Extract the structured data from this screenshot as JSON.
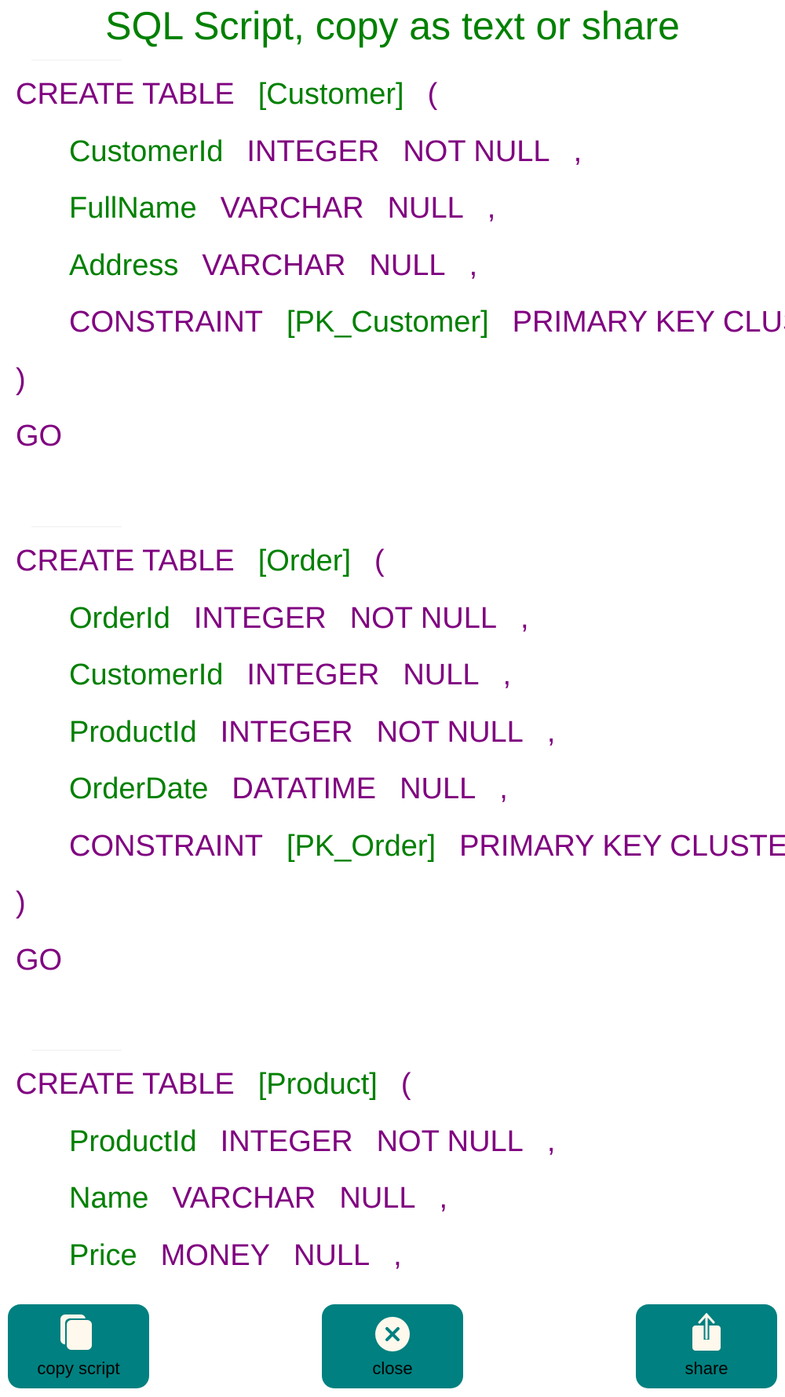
{
  "title": "SQL Script, copy as text or share",
  "colors": {
    "keyword": "#800080",
    "identifier": "#008000",
    "button": "#008080",
    "icon": "#fff8ec"
  },
  "script_groups": [
    [
      {
        "indent": false,
        "tokens": [
          {
            "t": "CREATE TABLE",
            "c": "k"
          },
          {
            "t": "[Customer]",
            "c": "g"
          },
          {
            "t": "(",
            "c": "k"
          }
        ]
      },
      {
        "indent": true,
        "tokens": [
          {
            "t": "CustomerId",
            "c": "g"
          },
          {
            "t": "INTEGER",
            "c": "k"
          },
          {
            "t": "NOT NULL",
            "c": "k"
          },
          {
            "t": ",",
            "c": "k"
          }
        ]
      },
      {
        "indent": true,
        "tokens": [
          {
            "t": "FullName",
            "c": "g"
          },
          {
            "t": "VARCHAR",
            "c": "k"
          },
          {
            "t": "NULL",
            "c": "k"
          },
          {
            "t": ",",
            "c": "k"
          }
        ]
      },
      {
        "indent": true,
        "tokens": [
          {
            "t": "Address",
            "c": "g"
          },
          {
            "t": "VARCHAR",
            "c": "k"
          },
          {
            "t": "NULL",
            "c": "k"
          },
          {
            "t": ",",
            "c": "k"
          }
        ]
      },
      {
        "indent": true,
        "tokens": [
          {
            "t": "CONSTRAINT",
            "c": "k"
          },
          {
            "t": "[PK_Customer]",
            "c": "g"
          },
          {
            "t": "PRIMARY KEY CLUSTERED",
            "c": "k"
          }
        ]
      },
      {
        "indent": false,
        "tokens": [
          {
            "t": ")",
            "c": "k"
          }
        ]
      },
      {
        "indent": false,
        "tokens": [
          {
            "t": "GO",
            "c": "k"
          }
        ]
      }
    ],
    [
      {
        "indent": false,
        "tokens": [
          {
            "t": "CREATE TABLE",
            "c": "k"
          },
          {
            "t": "[Order]",
            "c": "g"
          },
          {
            "t": "(",
            "c": "k"
          }
        ]
      },
      {
        "indent": true,
        "tokens": [
          {
            "t": "OrderId",
            "c": "g"
          },
          {
            "t": "INTEGER",
            "c": "k"
          },
          {
            "t": "NOT NULL",
            "c": "k"
          },
          {
            "t": ",",
            "c": "k"
          }
        ]
      },
      {
        "indent": true,
        "tokens": [
          {
            "t": "CustomerId",
            "c": "g"
          },
          {
            "t": "INTEGER",
            "c": "k"
          },
          {
            "t": "NULL",
            "c": "k"
          },
          {
            "t": ",",
            "c": "k"
          }
        ]
      },
      {
        "indent": true,
        "tokens": [
          {
            "t": "ProductId",
            "c": "g"
          },
          {
            "t": "INTEGER",
            "c": "k"
          },
          {
            "t": "NOT NULL",
            "c": "k"
          },
          {
            "t": ",",
            "c": "k"
          }
        ]
      },
      {
        "indent": true,
        "tokens": [
          {
            "t": "OrderDate",
            "c": "g"
          },
          {
            "t": "DATATIME",
            "c": "k"
          },
          {
            "t": "NULL",
            "c": "k"
          },
          {
            "t": ",",
            "c": "k"
          }
        ]
      },
      {
        "indent": true,
        "tokens": [
          {
            "t": "CONSTRAINT",
            "c": "k"
          },
          {
            "t": "[PK_Order]",
            "c": "g"
          },
          {
            "t": "PRIMARY KEY CLUSTERED",
            "c": "k"
          }
        ]
      },
      {
        "indent": false,
        "tokens": [
          {
            "t": ")",
            "c": "k"
          }
        ]
      },
      {
        "indent": false,
        "tokens": [
          {
            "t": "GO",
            "c": "k"
          }
        ]
      }
    ],
    [
      {
        "indent": false,
        "tokens": [
          {
            "t": "CREATE TABLE",
            "c": "k"
          },
          {
            "t": "[Product]",
            "c": "g"
          },
          {
            "t": "(",
            "c": "k"
          }
        ]
      },
      {
        "indent": true,
        "tokens": [
          {
            "t": "ProductId",
            "c": "g"
          },
          {
            "t": "INTEGER",
            "c": "k"
          },
          {
            "t": "NOT NULL",
            "c": "k"
          },
          {
            "t": ",",
            "c": "k"
          }
        ]
      },
      {
        "indent": true,
        "tokens": [
          {
            "t": "Name",
            "c": "g"
          },
          {
            "t": "VARCHAR",
            "c": "k"
          },
          {
            "t": "NULL",
            "c": "k"
          },
          {
            "t": ",",
            "c": "k"
          }
        ]
      },
      {
        "indent": true,
        "tokens": [
          {
            "t": "Price",
            "c": "g"
          },
          {
            "t": "MONEY",
            "c": "k"
          },
          {
            "t": "NULL",
            "c": "k"
          },
          {
            "t": ",",
            "c": "k"
          }
        ]
      }
    ]
  ],
  "buttons": {
    "copy": {
      "label": "copy script",
      "icon": "copy-icon"
    },
    "close": {
      "label": "close",
      "icon": "close-circle-icon"
    },
    "share": {
      "label": "share",
      "icon": "share-icon"
    }
  }
}
